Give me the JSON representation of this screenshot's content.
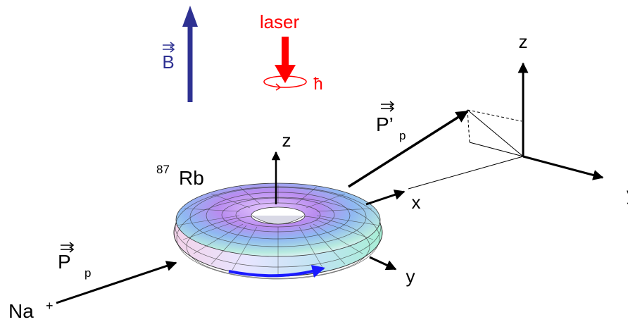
{
  "labels": {
    "field_symbol": "B",
    "laser": "laser",
    "hbar": "ħ",
    "rb_mass": "87",
    "rb_element": "Rb",
    "torus_z": "z",
    "torus_x": "x",
    "torus_y": "y",
    "p_prime_main": "P’",
    "p_prime_sub": "p",
    "p_main": "P",
    "p_sub": "p",
    "frame_z": "z",
    "frame_y": "y",
    "ion": "Na",
    "ion_charge": "+"
  },
  "colors": {
    "field": "#2e3192",
    "laser": "#ff0000",
    "black": "#000000",
    "rotation": "#1a1aff"
  }
}
